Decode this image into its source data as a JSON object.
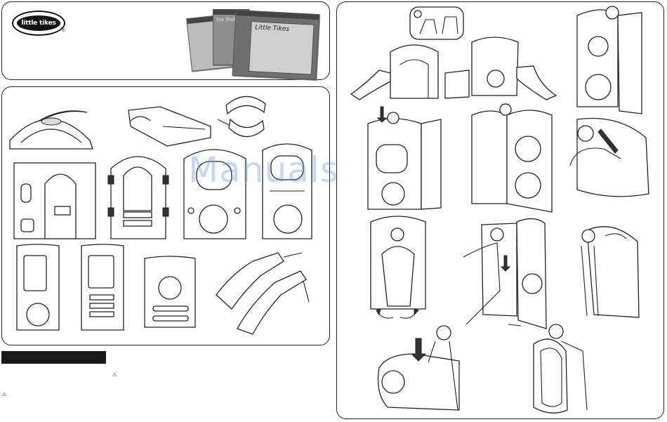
{
  "header": {
    "logo_text": "little tikes",
    "registered_mark": "®",
    "screenshot_titles": [
      "toy finder",
      "Little Tikes"
    ]
  },
  "watermark": "ManualsLib.de",
  "warnings": {
    "symbol": "⚠"
  },
  "icons": {
    "warning": "warning-triangle-icon",
    "rotate": "rotate-arrows-icon",
    "push": "push-arrow-icon"
  }
}
